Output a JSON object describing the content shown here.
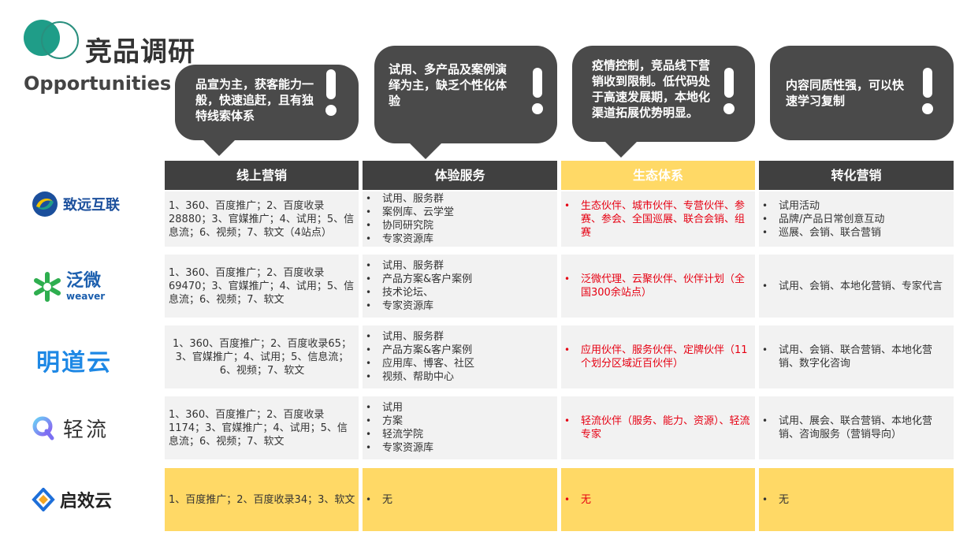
{
  "header": {
    "title": "竞品调研",
    "subtitle": "Opportunities"
  },
  "callouts": [
    "品宣为主，获客能力一般，快速追赶，且有独特线索体系",
    "试用、多产品及案例演绎为主，缺乏个性化体验",
    "疫情控制，竞品线下营销收到限制。低代码处于高速发展期，本地化渠道拓展优势明显。",
    "内容同质性强，可以快速学习复制"
  ],
  "columns": [
    "线上营销",
    "体验服务",
    "生态体系",
    "转化营销"
  ],
  "colors": {
    "dark": "#404040",
    "yellow": "#ffd966",
    "gray_cell": "#f2f2f2",
    "red_text": "#e60012",
    "teal": "#1f9d88"
  },
  "rows": [
    {
      "logo": {
        "name": "致远互联",
        "icon": "seeyon-swirl-logo"
      },
      "online": "1、360、百度推广；2、百度收录28880；3、官媒推广；4、试用；5、信息流；6、视频；7、软文（4站点）",
      "experience": [
        "试用、服务群",
        "案例库、云学堂",
        "协同研究院",
        "专家资源库"
      ],
      "ecosystem": [
        "生态伙伴、城市伙伴、专营伙伴、参赛、参会、全国巡展、联合会销、组赛"
      ],
      "conversion": [
        "试用活动",
        "品牌/产品日常创意互动",
        "巡展、会销、联合营销"
      ]
    },
    {
      "logo": {
        "name": "泛微",
        "sub": "weaver",
        "icon": "weaver-asterisk-logo"
      },
      "online": "1、360、百度推广；2、百度收录69470；3、官媒推广；4、试用；5、信息流；6、视频；7、软文",
      "experience": [
        "试用、服务群",
        "产品方案&客户案例",
        "技术论坛、",
        "专家资源库"
      ],
      "ecosystem": [
        "泛微代理、云聚伙伴、伙伴计划（全国300余站点）"
      ],
      "conversion": [
        "试用、会销、本地化营销、专家代言"
      ]
    },
    {
      "logo": {
        "name": "明道云",
        "icon": "mingdao-wordmark"
      },
      "online": "1、360、百度推广；2、百度收录65；3、官媒推广；4、试用；5、信息流；6、视频；7、软文",
      "experience": [
        "试用、服务群",
        "产品方案&客户案例",
        "应用库、博客、社区",
        "视频、帮助中心"
      ],
      "ecosystem": [
        "应用伙伴、服务伙伴、定牌伙伴（11个划分区域近百伙伴）"
      ],
      "conversion": [
        "试用、会销、联合营销、本地化营销、数字化咨询"
      ]
    },
    {
      "logo": {
        "name": "轻流",
        "icon": "qingflow-q-logo"
      },
      "online": "1、360、百度推广；2、百度收录1174；3、官媒推广；4、试用；5、信息流；6、视频；7、软文",
      "experience": [
        "试用",
        "方案",
        "轻流学院",
        "专家资源库"
      ],
      "ecosystem": [
        "轻流伙伴（服务、能力、资源）、轻流专家"
      ],
      "conversion": [
        "试用、展会、联合营销、本地化营销、咨询服务（营销导向）"
      ]
    },
    {
      "logo": {
        "name": "启效云",
        "icon": "qixiaoyun-diamond-logo"
      },
      "online": "1、百度推广；2、百度收录34；3、软文",
      "experience": [
        "无"
      ],
      "ecosystem": [
        "无"
      ],
      "conversion": [
        "无"
      ]
    }
  ]
}
